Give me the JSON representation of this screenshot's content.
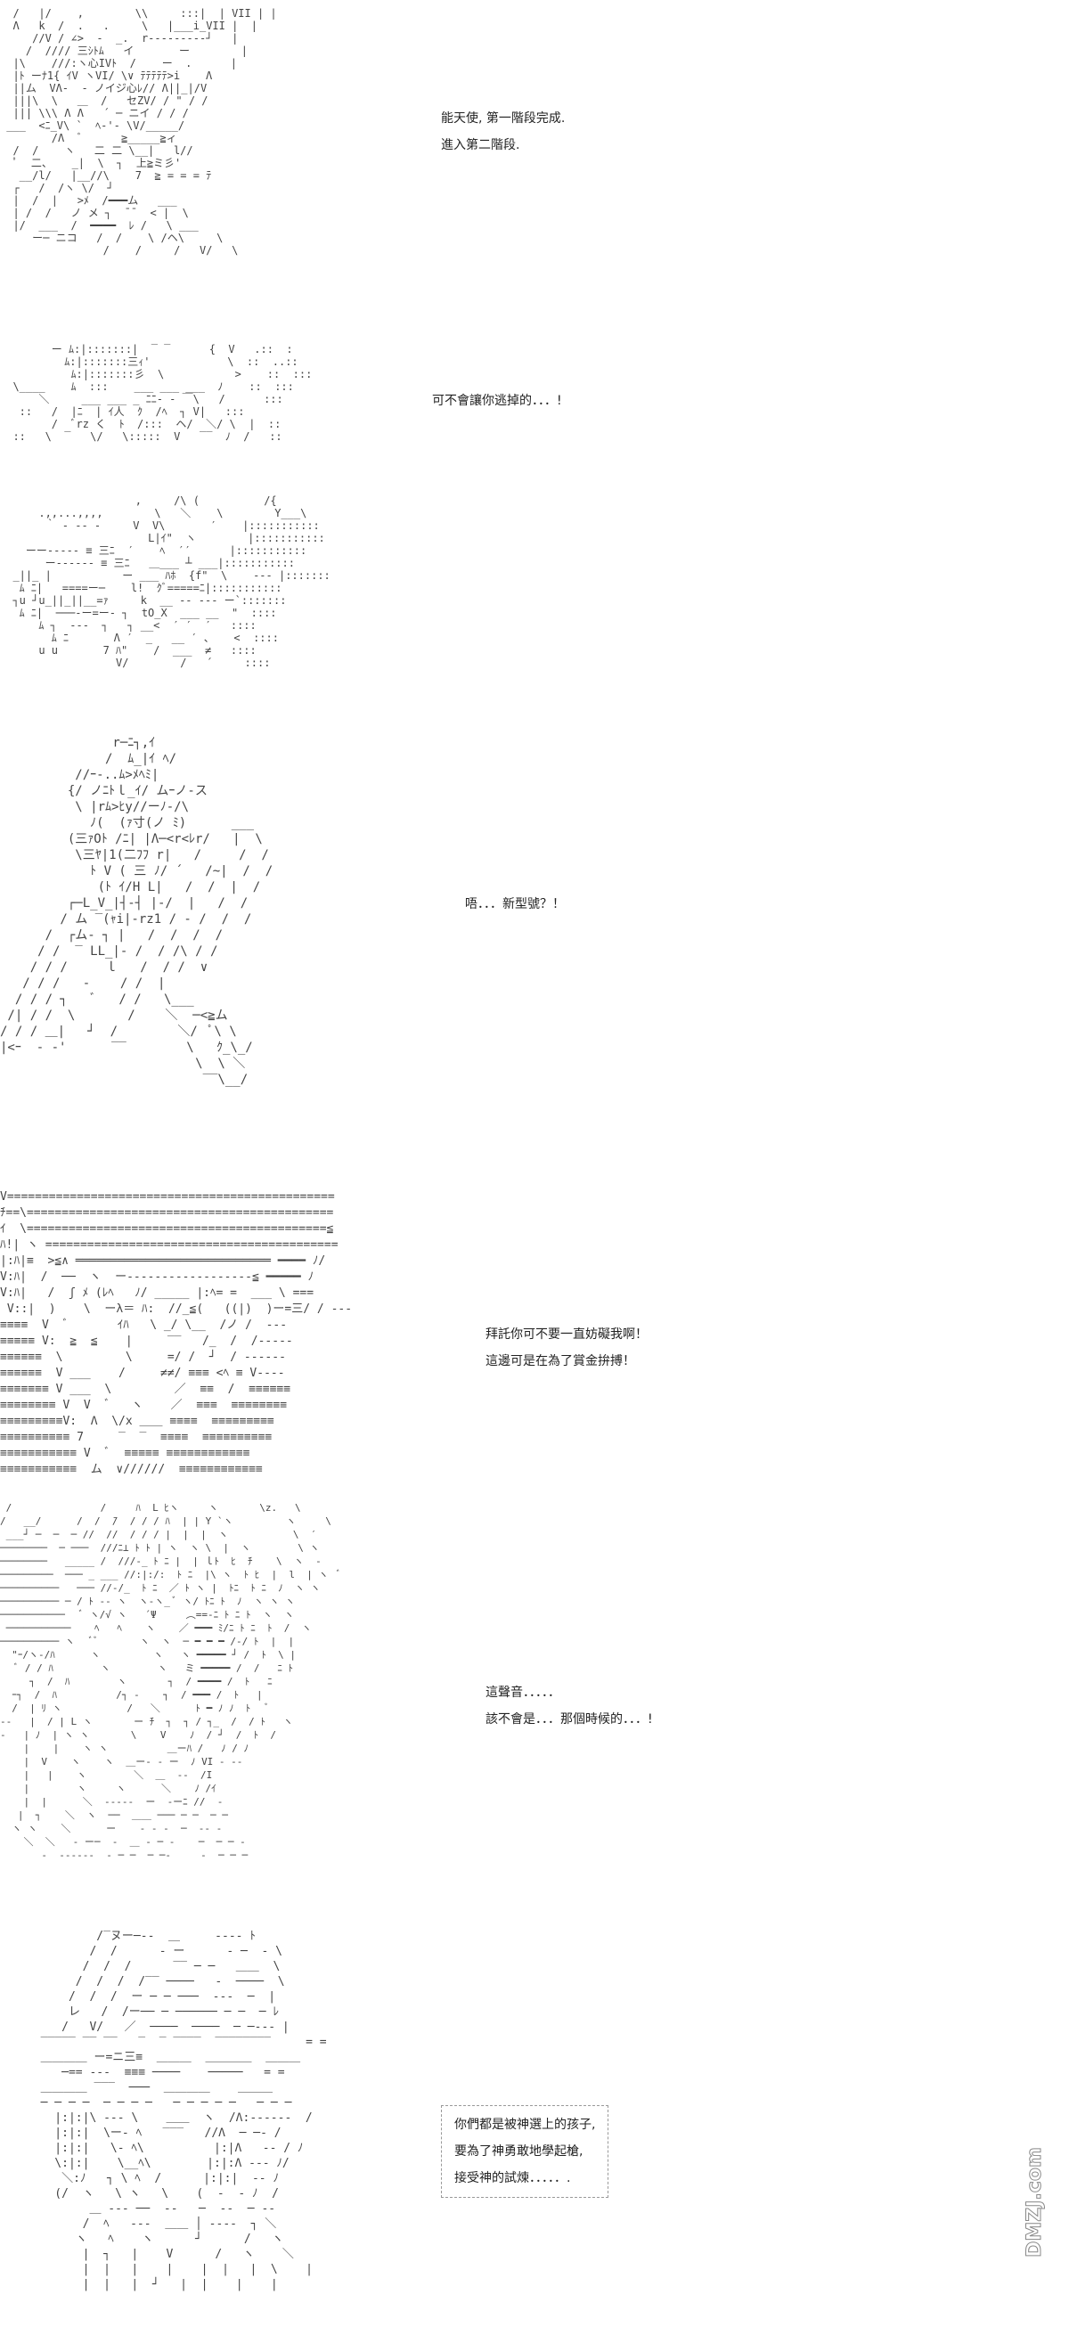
{
  "panels": [
    {
      "dialog": [
        "能天使, 第一階段完成.",
        "進入第二階段."
      ],
      "art": "  /   |/    ,        \\\\     :::|  | VII | |\n  Λ   k  /  .   .     \\   |___i_VII |  |\n     //V / ∠>  -  _.  r‐‐‐‐‐‐‐‐‐┘   |\n    /  //// 三ｼﾄﾑ   イ       ー        |\n  |\\    ///:ヽ心IVﾄ  /    ー  .      |\n  |ﾄ ーﾅ1{ ｲV ヽVI/ \\∨ ﾃﾃﾃﾃﾃ>i    Λ\n  ||ム  VΛ-  ‐ ノイジ心ﾚ// Λ||_|/V\n  |||\\  \\   ＿  /   セZV/ / \" / /\n  ||| \\\\\\ Λ Λ   ´ ─ ニイ / / /\n ___  <ﾆ_V\\ `  ﾍ-'- \\V/_____/\n        /Λ  ﾞ      ≧_____≧ィ\n  /  /    ヽ   二 二 \\__|   l//\n  ﾟ  二、   _|  \\  ┐  上≧ミ彡'\n   __/l/   |__//\\    7  ≧ = = = ﾃ\n  ┌   /  /ヽ \\/  ┘\n  |  /  |   >ﾒ  /━━━ム   ___\n  | /  /   ノ メ ┐  ̄ ̄   < |  \\\n  |/  ___  /  ━━━━  ﾚ /   \\ ___\n     ー─ ニコ   /  /    \\ /ヘ\\     \\\n                /    /     /   V/   \\"
    },
    {
      "dialog": [
        "可不會讓你逃掉的．．．!"
      ],
      "art": "        ー ﾑ:|:::::::|  ‾ ‾      {  V   .::  :\n          ﾑ:|:::::::三ｨ'            \\  ::  ..::\n           ﾑ:|:::::::彡  \\           >    ::  :::\n  \\____    ﾑ  :::    ___ ___ ___  ﾉ    ::  :::\n      ＼     ___ ___ _ ﾆﾆ‐ ‐ ￣\\   /      :::\n   ::   /  |ﾆ  | ｲ人  ｸ  /ﾍ  ┐ V|   :::\n        /  ﾞrz く  ﾄ  /:::  ヘ/  ＼/ \\  |  ::\n  ::   \\  ‾   \\/   \\:::::  V   ‾‾  ﾉ  /   ::"
    },
    {
      "dialog": [],
      "art": "                     ,     /\\ (          /{\n      .,,...,,,,        \\   ＼    \\        Y___\\\n       ｀ ‐ ‐‐ ‐     V  V\\       ′    |:::::::::::\n                       L|ｲ\"  ヽ        |:::::::::::\n    ーー‐‐‐‐‐ ≡ 三ﾆ  ′    ﾍ  ′′      |:::::::::::\n       ー‐‐‐‐‐‐ ≡ 三ﾆ   ＿___ ┴ ___|:::::::::::\n  _||_ |           ー ___ ﾊﾎ  {f\"  \\    ‐‐‐ |:::::::\n   ﾑ ﾆ|   ====ー─    l!  ｸﾞ=====ﾆ|:::::::::::\n  ┐u ┘u_||_||__=ｧ     k  __ ‐‐ ‐‐‐ ー`:::::::\n   ﾑ ﾆ|  ───‐ー=ー‐ ┐  tO_X  ___ __  \"  ::::\n      ﾑ ┐  ‐‐‐  ┐   ┐ __<  ′ ′  ′   ::::\n        ﾑ ﾆ       Λ ′  _   __ ′ 、   <  ::::\n      u u       7 ﾊ\"    /  ___  ≠   ::::\n                  V/        /   ´     ::::"
    },
    {
      "dialog": [
        "唔．．．新型號？！"
      ],
      "art": "               r─ﾆ┐,ｲ\n              /  ﾑ_|ｲ ﾍ/\n          //ｰ‐..ﾑ>ﾒﾍﾐ|\n         {/ ノﾆﾄｌ_ｲ/ ムｰノ‐ス\n          \\ |rﾑ>ﾋy//ーﾉ‐/\\\n            ﾉ(  (ｧ寸(ノ ﾐ)      ___\n         (三ｧOﾄ /ﾆ| |Λ─<r<ﾚr/   |  \\\n          \\三ﾔ|1(二ﾌﾌ r|   /     /  /\n            ﾄ V ( 三 ﾉ/ ´   /~|  /  /\n             (ﾄ ｲ/H L|   /  /  |  /\n         ┌─L_V_|┤-┤ |‐/  |   /  /\n        / ム ‾(ｬi|‐rz1 / ‐ /  /  /\n      /  ┌ム‐ ┐ |   /  /  /  /\n     / /  ‾ LL_|‐ /  / /\\ / /\n    / / /     ｌ   /  / /  ∨\n   / / /   ‐    / /  |\n  / / / ┐   ﾞ   / /   \\___\n /| / /  \\       /    ＼  ─<≧ム\n/ / / ＿|   ┘  /        ＼/  ﾟ\\ \\\n|<ｰ  ‐ ‐'      ‾‾        \\   ｸ_\\_/\n                          \\  \\ ＼\n                           ‾‾\\__/"
    },
    {
      "dialog": [
        "拜託你可不要一直妨礙我啊！",
        "這邊可是在為了賞金拚搏！"
      ],
      "art": "V===============================================\nﾁ==\\============================================\nｲ  \\===========================================≦\nﾊ!| ヽ ==========================================\n|:ﾊ|≡  >≦∧ ════════════════════════════ ━━━━ ﾉ/\nV:ﾊ|  /  ──  ヽ  ー‐‐‐‐‐‐‐‐‐‐‐‐‐‐‐‐‐‐≦ ━━━━━ ﾉ\nV:ﾊ|   /  ʃ ﾒ (ﾚﾍ   ﾉ/ _____ |:ﾍ= =  ___ \\ ===\n V::|  )    \\  ーλ＝ ﾊ:  //_≦(   ((|)  )ー=三/ / ‐‐‐\n≡≡≡≡  V  ﾞ       ｲﾊ   \\ _/ \\__  /ノ /  ‐‐‐\n≡≡≡≡≡ V:  ≧  ≦    |     ‾‾   /_  /  /‐‐‐‐‐\n≡≡≡≡≡≡  \\         \\     =/ /  ┘  / ‐‐‐‐‐‐\n≡≡≡≡≡≡  V ___    /     ≠≠/ ≡≡≡ <ﾍ ≡ V‐‐‐‐\n≡≡≡≡≡≡≡ V ___  \\         ／  ≡≡  /  ≡≡≡≡≡≡\n≡≡≡≡≡≡≡≡ V  V  ﾞ   ヽ    ／  ≡≡≡  ≡≡≡≡≡≡≡≡\n≡≡≡≡≡≡≡≡≡V:  Λ  \\/x ＿＿ ≡≡≡≡  ≡≡≡≡≡≡≡≡≡\n≡≡≡≡≡≡≡≡≡≡ 7     ‾  ‾  ≡≡≡≡  ≡≡≡≡≡≡≡≡≡≡\n≡≡≡≡≡≡≡≡≡≡≡ V  ﾞ  ≡≡≡≡≡ ≡≡≡≡≡≡≡≡≡≡≡≡\n≡≡≡≡≡≡≡≡≡≡≡  ム  ∨//////  ≡≡≡≡≡≡≡≡≡≡≡≡"
    },
    {
      "dialog": [
        "這聲音．．．．．",
        "該不會是．．．那個時候的．．．!"
      ],
      "art": " /               /     ﾊ  L ﾋヽ     ヽ       \\z.   \\\n/   __/      /  /  ̄/  / / / ﾊ  | | Y `ヽ         ヽ     \\\n ___┘ ─  ─  ─ //  //  / / / |  |  |  ヽ           \\  ′\n────────  ─ ───  ///ﾆ⊥ ﾄ ﾄ | ヽ  ヽ \\  |  ヽ        \\ ヽ\n────────   _____ /  ///‐_ ﾄ ﾆ |  | ｌﾄ  ﾋ  ﾁ    \\  ヽ  ‐\n─────────  ─── _ ___ //:|:/:  ﾄ ﾆ  |\\ ヽ  ﾄ ﾋ  |  l  | ヽ  ﾞ\n──────────   ─── //‐/_  ﾄ ﾆ  ／ ﾄ ヽ |  ﾄﾆ  ﾄ ﾆ  ﾉ  ヽ ヽ\n────────── ─ / ﾄ ‐- ヽ  ヽ‐ヽ_ ﾞ ヽ/ ﾄﾆ ﾄ  ﾉ  ヽ ヽ ヽ\n───────────   ﾞ ヽ/√ ヽ   ´Ψ     ︵==‐ﾆ ﾄ ﾆ ﾄ  ヽ  ヽ\n ───────────    ﾍ   ﾍ    ヽ    ／ ━━━ ﾐ/ﾆ ﾄ ﾆ  ﾄ  /  ヽ\n────────── ヽ   ﾞﾞ       ヽ  ヽ  ─ ━ ━ ━ /‐/ ﾄ  |  |\n  \"ｰ/ヽ‐/ﾊ      ヽ         ヽ   ヽ ━━━━━ ┘ /  ﾄ  \\ |\n   ﾞ / / ﾊ        ヽ        ヽ   ミ ━━━━━ /  /   ﾆ ﾄ\n     ┐  /  ﾊ        ヽ       ┐  / ━━━━ /  ﾄ   ﾆ\n  ｰ┐  /  ﾊ          /┐ ‐    ┐  / ━━━ /  ﾄ   |\n  /  | ﾘ ヽ           /   ＼      ﾄ ━ ﾉ ﾉ  ﾄ   ﾞ\n-‐   |  / | L ヽ       ー ﾁ  ┐  ┐ / ┐_  /  / ﾄ   ヽ\n‐   | ﾉ  | ヽ ヽ       \\    V    ﾉ  / ┘  /  ﾄ  /\n    |    |    ヽ ヽ          ＿ーﾊ /   ﾉ / ﾉ\n    |  V    ヽ    ヽ  ＿ー‐ ‐ ー  ﾉ VI ‐ ‐‐\n    |   |    ヽ        ＼  ＿  ‐‐  /I\n    |        ヽ     ヽ      ＼    ﾉ /ｲ\n    |  |      ＼  ‐‐‐‐‐  ー  ‐ーﾆ //  ‐\n   |  ┐    ＼  ヽ  ──  ＿＿ ─── ─ ─  ─ ─\n  ヽ ヽ    ＼      ー    ‐ ‐ ‐  ─  ‐‐ ‐\n    ＼  ＼   ‐ ー─  ‐  ＿ ‐ ─ ‐    ─  ─ ─ ‐\n       ‐  ‐‐‐‐‐‐  ‐ ─ ─  ─ ─‐     ‐  ─ ─ ─"
    },
    {
      "dialog": [
        "你們都是被神選上的孩子,",
        "要為了神勇敢地學起槍,",
        "接受神的試煉．．．．．."
      ],
      "art": "          /‾ヌー─‐‐  ＿     ‐‐‐‐ ﾄ\n         /  /      ‐ ー      ‐ ─  ‐ \\\n        /  /  /      ‾‾ ─ ─   ＿＿  \\\n       /  /  /  /‾‾ ────   ‐  ────  \\\n      /  /  /  ー ─ ─ ───  ‐‐‐  ─  |\n      レ   /  /ー── ─ ────── ─ ─  ─ ﾚ\n     /   V/   ／  ────  ────  ─ ─‐‐‐ |\n  ‾‾‾‾‾ ‾‾ ‾‾   ‾  ‾ ‾‾‾‾  ‾‾‾‾‾‾‾‾     = =\n  ＿＿＿＿ ー=ニ三≡  ＿＿＿  ＿＿＿＿  ＿＿＿\n     ─== ‐‐‐  ≡≡≡ ────    ─────   = =\n  ＿＿＿＿ ‾‾‾  ───  ＿＿＿＿    ＿＿＿\n  ─ ─ ─ ─  ─ ─ ─ ─   ─ ─ ─ ─ ─   ─ ─ ─\n    |:|:|\\ ‐‐‐ \\    ＿＿  ヽ  /Λ:‐‐‐‐‐‐  /\n    |:|:|  \\ー‐ ﾍ   ‾‾‾   //Λ  ─ ─‐ /\n    |:|:|   \\‐ ﾍ\\          |:|Λ   ‐‐ / ﾉ\n    \\:|:|    \\__ﾍ\\        |:|:Λ ‐‐‐ ﾉ/\n     ＼:ﾉ   ┐ \\ ﾍ  /      |:|:|  ‐‐ ﾉ\n    (/  ヽ   \\ ヽ   \\    (  ‐  ‐ ﾉ  /\n         ＿ ‐‐‐ ──  ‐‐   ─  ‐‐  ─ ‐‐\n        /  ﾍ   ‐‐‐  ＿＿ │ ‐‐‐‐  ┐ ＼\n       ヽ   ﾍ    ヽ      ┘      /   ヽ\n        |  ┐   |    V      /   ヽ    ＼\n        |  |   |    |    |  |   |  \\    |\n        |  |   |  ┘   |  |    |    |"
    }
  ],
  "watermark": {
    "text": "DMZJ.com",
    "label": "DMZJ"
  }
}
